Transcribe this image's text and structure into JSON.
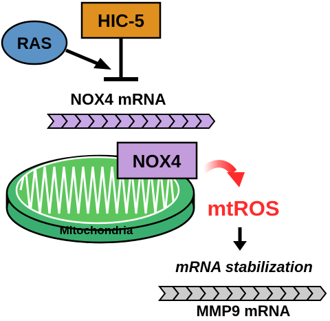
{
  "nodes": {
    "ras": "RAS",
    "hic5": "HIC-5",
    "nox4_mrna": "NOX4 mRNA",
    "nox4_protein": "NOX4",
    "mitochondria": "Mitochondria",
    "mtros": "mtROS",
    "mrna_stabilization": "mRNA stabilization",
    "mmp9_mrna": "MMP9 mRNA"
  },
  "colors": {
    "ras_fill": "#5b93c7",
    "hic5_fill": "#e0901e",
    "mrna_purple": "#c7a7e6",
    "nox4_fill": "#c39cdc",
    "mito_outer": "#3bb173",
    "mito_inner": "#5cc65c",
    "mtros_red": "#ff2b2b",
    "mrna_gray": "#cccccc"
  },
  "relations": [
    {
      "from": "RAS",
      "to": "HIC-5 inhibition",
      "type": "activates"
    },
    {
      "from": "HIC-5",
      "to": "NOX4 mRNA",
      "type": "inhibits"
    },
    {
      "from": "NOX4",
      "to": "mtROS",
      "type": "produces"
    },
    {
      "from": "mtROS",
      "to": "MMP9 mRNA",
      "type": "mRNA stabilization"
    }
  ]
}
